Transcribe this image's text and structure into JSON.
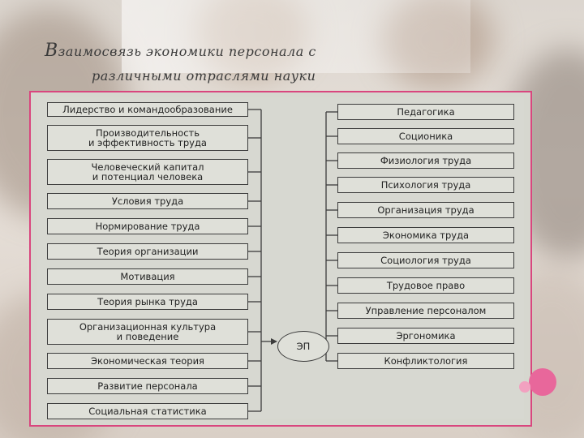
{
  "title": {
    "line1": "Взаимосвязь экономики персонала с",
    "line2": "различными отраслями науки"
  },
  "center_node": "ЭП",
  "left_disciplines": [
    "Лидерство и командообразование",
    "Производительность\nи эффективность труда",
    "Человеческий капитал\nи потенциал человека",
    "Условия труда",
    "Нормирование труда",
    "Теория организации",
    "Мотивация",
    "Теория рынка труда",
    "Организационная культура\nи поведение",
    "Экономическая теория",
    "Развитие персонала",
    "Социальная статистика"
  ],
  "right_disciplines": [
    "Педагогика",
    "Соционика",
    "Физиология труда",
    "Психология труда",
    "Организация труда",
    "Экономика труда",
    "Социология труда",
    "Трудовое право",
    "Управление персоналом",
    "Эргономика",
    "Конфликтология"
  ],
  "colors": {
    "frame": "#d9467e",
    "accent_dot": "#e8679b"
  }
}
